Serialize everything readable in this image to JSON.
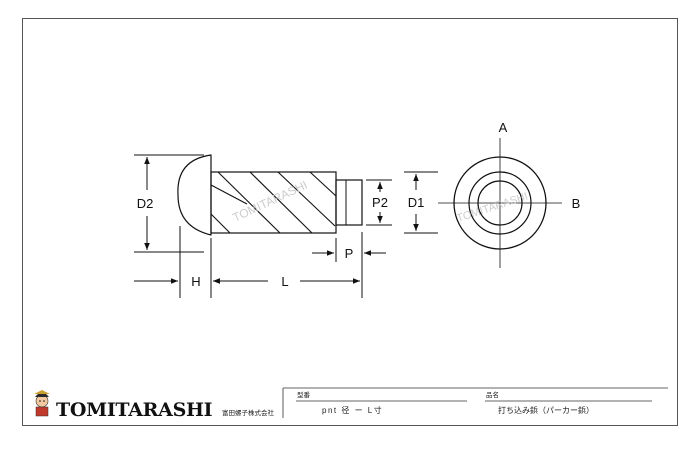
{
  "drawing": {
    "dimension_labels": {
      "d2": "D2",
      "p2": "P2",
      "d1": "D1",
      "p": "P",
      "h": "H",
      "l": "L"
    },
    "section_labels": {
      "a": "A",
      "b": "B"
    },
    "watermark": "TOMITARASHI"
  },
  "title_block": {
    "company_logo_text": "TOMITARASHI",
    "company_name_jp": "富田螺子株式会社",
    "model_header": "型番",
    "model_value": "pnt 径 ー L寸",
    "product_header": "品名",
    "product_value": "打ち込み鋲（パーカー鋲）"
  }
}
